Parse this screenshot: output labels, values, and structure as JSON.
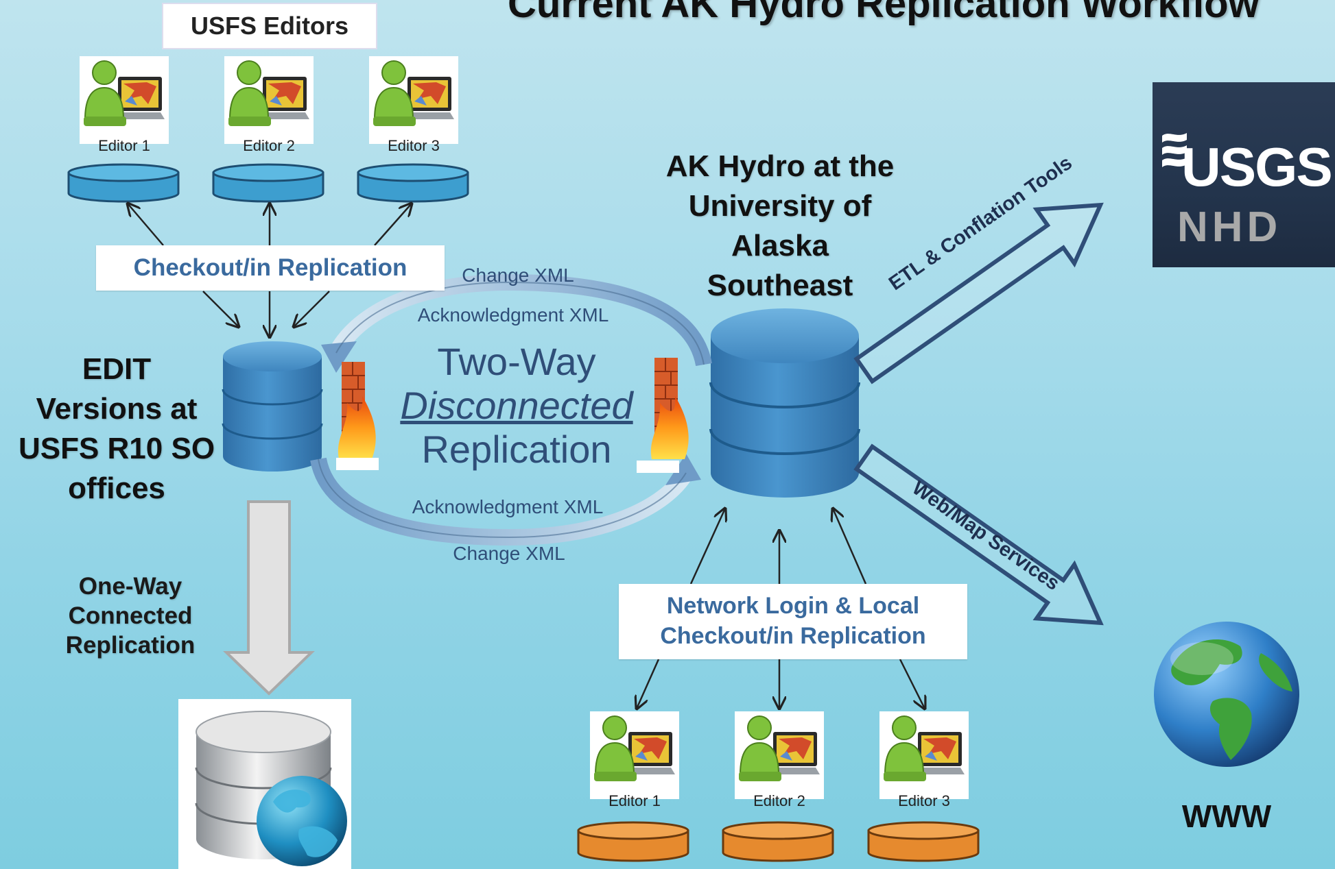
{
  "title": "Current AK Hydro Replication Workflow",
  "usfs_editors_label": "USFS Editors",
  "top_editors": [
    "Editor 1",
    "Editor 2",
    "Editor 3"
  ],
  "checkout_replication_label": "Checkout/in Replication",
  "edit_versions_label": [
    "EDIT",
    "Versions at",
    "USFS R10 SO",
    "offices"
  ],
  "one_way_label": [
    "One-Way",
    "Connected",
    "Replication"
  ],
  "ak_hydro_label": [
    "AK Hydro at the",
    "University of",
    "Alaska",
    "Southeast"
  ],
  "two_way": {
    "line1": "Two-Way",
    "line2": "Disconnected",
    "line3": "Replication",
    "change_xml_top": "Change XML",
    "ack_xml_top": "Acknowledgment  XML",
    "ack_xml_bottom": "Acknowledgment  XML",
    "change_xml_bottom": "Change XML"
  },
  "network_login_label": [
    "Network Login & Local",
    "Checkout/in Replication"
  ],
  "bottom_editors": [
    "Editor 1",
    "Editor 2",
    "Editor 3"
  ],
  "etl_label": "ETL & Conflation Tools",
  "web_map_label": "Web/Map Services",
  "usgs_logo": {
    "usgs": "USGS",
    "nhd": "NHD"
  },
  "www_label": "WWW",
  "icons": {
    "editor": "person-computer-icon",
    "database": "database-cylinder-icon",
    "firewall": "firewall-icon",
    "globe": "globe-icon",
    "web_database": "web-database-icon"
  },
  "colors": {
    "background": "#a8dceb",
    "db_blue": "#3f86bf",
    "replica_blue": "#4aa3cf",
    "replica_orange": "#e98b2a",
    "label_blue": "#3a6a9e",
    "arrow_outline": "#2f4e78"
  }
}
